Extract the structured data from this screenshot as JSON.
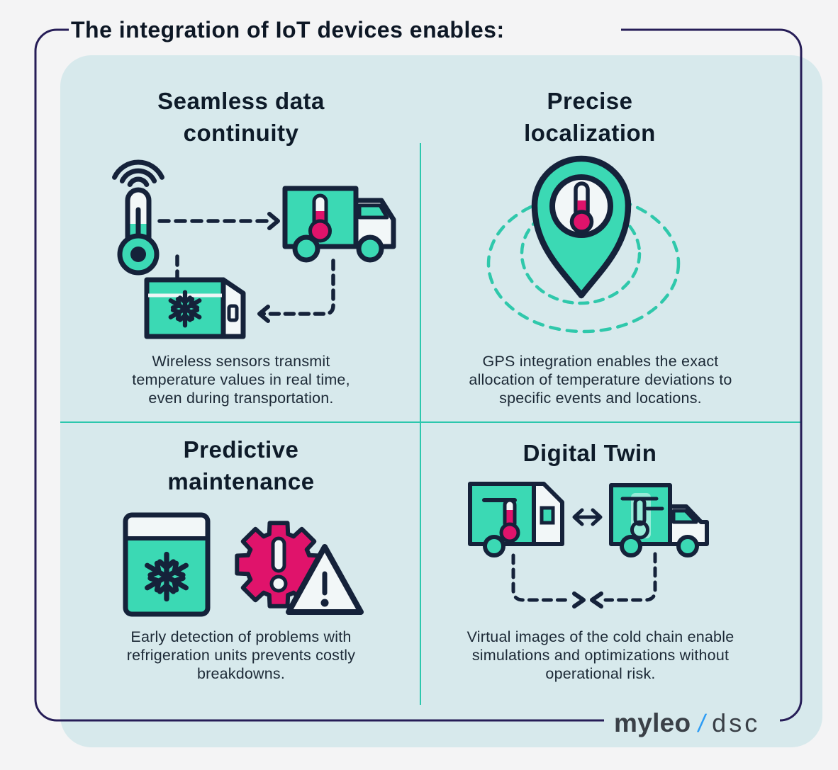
{
  "page": {
    "title": "The integration of IoT devices enables:"
  },
  "quadrants": [
    {
      "id": "seamless-data-continuity",
      "heading_lines": [
        "Seamless data",
        "continuity"
      ],
      "body_lines": [
        "Wireless sensors transmit",
        "temperature values in real time,",
        "even during transportation."
      ],
      "icons": [
        "wifi-thermometer-icon",
        "refrigerated-truck-icon",
        "freezer-chest-icon",
        "dashed-flow-arrows"
      ]
    },
    {
      "id": "precise-localization",
      "heading_lines": [
        "Precise",
        "localization"
      ],
      "body_lines": [
        "GPS integration enables the exact",
        "allocation of temperature deviations to",
        "specific events and locations."
      ],
      "icons": [
        "map-pin-thermometer-icon",
        "dashed-radius-ellipses"
      ]
    },
    {
      "id": "predictive-maintenance",
      "heading_lines": [
        "Predictive",
        "maintenance"
      ],
      "body_lines": [
        "Early detection of problems with",
        "refrigeration units prevents costly",
        "breakdowns."
      ],
      "icons": [
        "freezer-snowflake-icon",
        "alert-gear-icon",
        "warning-triangle-icon"
      ]
    },
    {
      "id": "digital-twin",
      "heading_lines": [
        "Digital Twin"
      ],
      "body_lines": [
        "Virtual images of the cold chain enable",
        "simulations and optimizations without",
        "operational risk."
      ],
      "icons": [
        "physical-truck-icon",
        "virtual-truck-icon",
        "sync-arrow-icon",
        "dashed-link-arrows"
      ]
    }
  ],
  "logo": {
    "brand": "myleo",
    "separator": "/",
    "suffix": "dsc"
  },
  "colors": {
    "page_background": "#f4f4f5",
    "panel_background": "#d7e9ec",
    "accent_teal": "#3bd9b4",
    "outline_navy": "#15223a",
    "alert_pink": "#e0136b",
    "divider_teal": "#2cc7ad",
    "frame_indigo": "#261d57",
    "logo_blue": "#2d9cf4",
    "logo_gray": "#3a4047"
  }
}
